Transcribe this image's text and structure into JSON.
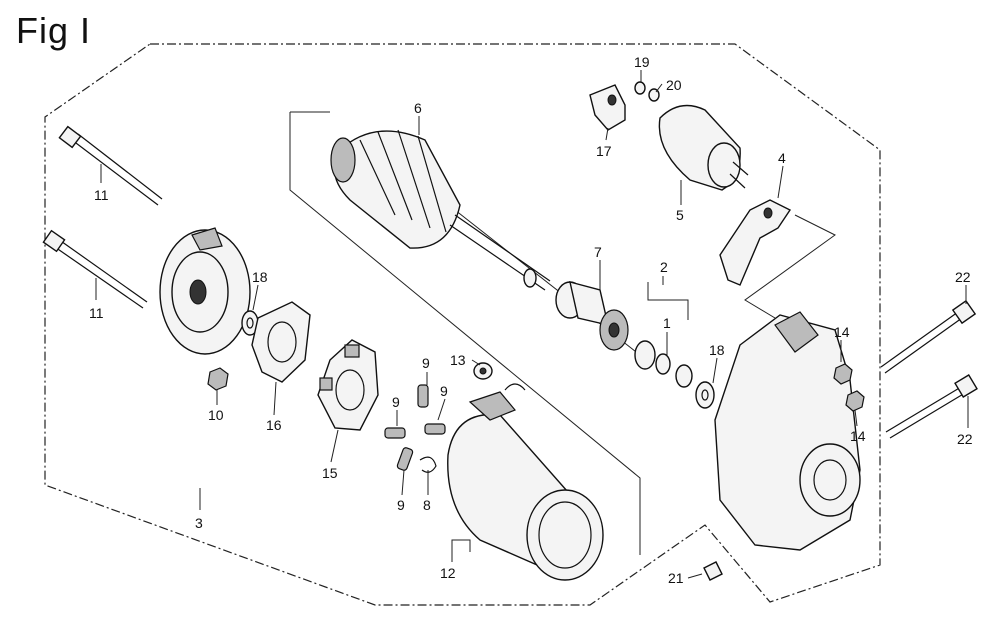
{
  "title": "Fig I",
  "labels": {
    "p1": "1",
    "p2": "2",
    "p3": "3",
    "p4": "4",
    "p5": "5",
    "p6": "6",
    "p7": "7",
    "p8": "8",
    "p9a": "9",
    "p9b": "9",
    "p9c": "9",
    "p9d": "9",
    "p10": "10",
    "p11a": "11",
    "p11b": "11",
    "p12": "12",
    "p13": "13",
    "p14a": "14",
    "p14b": "14",
    "p15": "15",
    "p16": "16",
    "p17": "17",
    "p18a": "18",
    "p18b": "18",
    "p19": "19",
    "p20": "20",
    "p21": "21",
    "p22a": "22",
    "p22b": "22"
  }
}
